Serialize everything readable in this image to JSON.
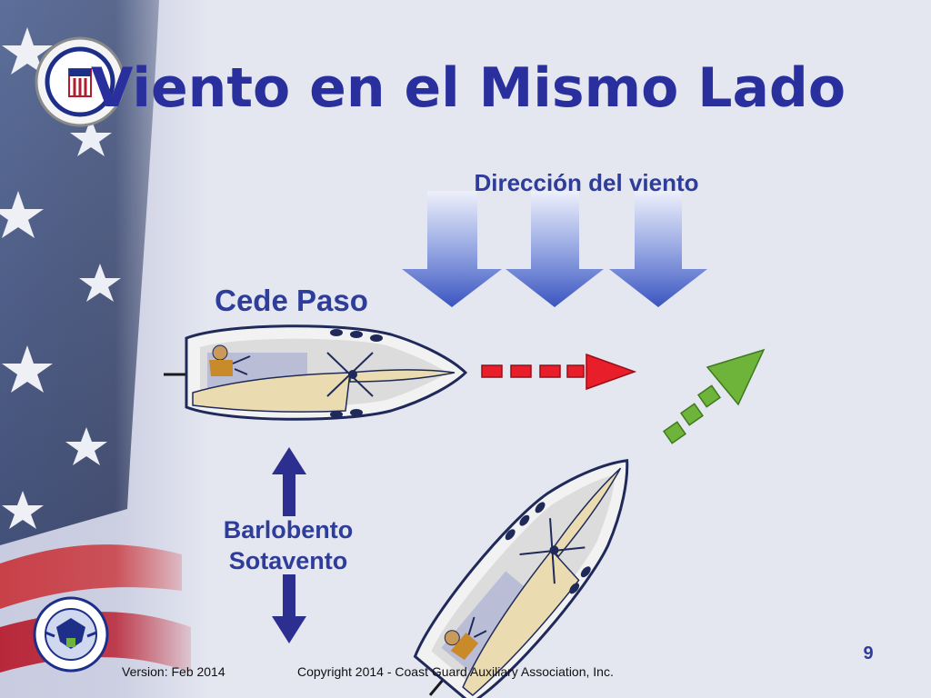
{
  "slide": {
    "title": "Viento en el Mismo Lado",
    "page_number": "9"
  },
  "labels": {
    "wind_direction": "Dirección del viento",
    "give_way": "Cede Paso",
    "windward": "Barlobento",
    "leeward": "Sotavento"
  },
  "logos": {
    "top_left": "U.S. COAST GUARD AUXILIARY",
    "bottom_left": "U.S. DEPARTMENT OF HOMELAND SECURITY"
  },
  "footer": {
    "version": "Version: Feb 2014",
    "copyright": "Copyright 2014 - Coast Guard Auxiliary Association, Inc."
  },
  "colors": {
    "title": "#2a2f9e",
    "label": "#2e3c9a",
    "wind_arrow": "#4a63c4",
    "red_path": "#e81e2b",
    "green_path": "#6fb43a",
    "vertical_arrow": "#2c2f8f"
  }
}
